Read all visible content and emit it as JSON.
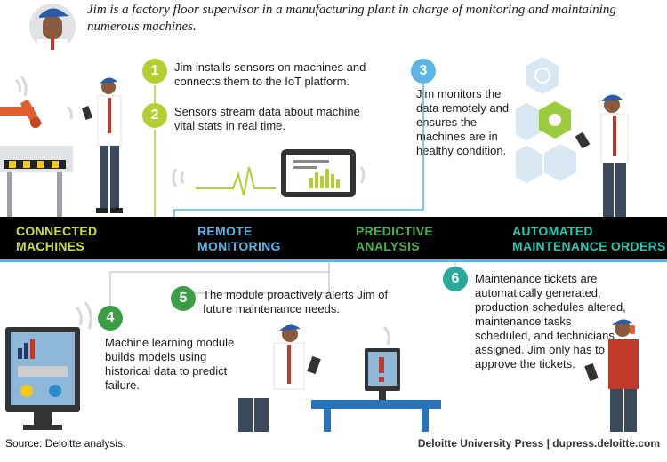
{
  "intro": "Jim is a factory floor supervisor in a manufacturing plant in charge of monitoring and maintaining numerous machines.",
  "steps": [
    {
      "num": "1",
      "text": "Jim installs sensors on machines and connects them to the IoT platform.",
      "color": "#b5cc32"
    },
    {
      "num": "2",
      "text": "Sensors stream data about machine vital stats in real time.",
      "color": "#b5cc32"
    },
    {
      "num": "3",
      "text": "Jim monitors the data remotely and ensures the machines are in healthy condition.",
      "color": "#5ab4e5"
    },
    {
      "num": "4",
      "text": "Machine learning module builds models using historical data to predict failure.",
      "color": "#3d9c46"
    },
    {
      "num": "5",
      "text": "The module proactively alerts Jim of future maintenance needs.",
      "color": "#3d9c46"
    },
    {
      "num": "6",
      "text": "Maintenance tickets are automatically generated, production schedules altered, maintenance tasks scheduled, and technicians assigned. Jim only has to approve the tickets.",
      "color": "#2aa89a"
    }
  ],
  "stages": [
    {
      "line1": "CONNECTED",
      "line2": "MACHINES",
      "color": "#cddc39"
    },
    {
      "line1": "REMOTE",
      "line2": "MONITORING",
      "color": "#5ab4e5"
    },
    {
      "line1": "PREDICTIVE",
      "line2": "ANALYSIS",
      "color": "#4caf50"
    },
    {
      "line1": "AUTOMATED",
      "line2": "MAINTENANCE ORDERS",
      "color": "#26c6b0"
    }
  ],
  "source": "Source: Deloitte analysis.",
  "publisher": "Deloitte University Press  |  dupress.deloitte.com",
  "colors": {
    "band": "#000000",
    "stripe": "#5ab4e5",
    "skin": "#8a5a3c",
    "cap": "#2a5aa8"
  }
}
